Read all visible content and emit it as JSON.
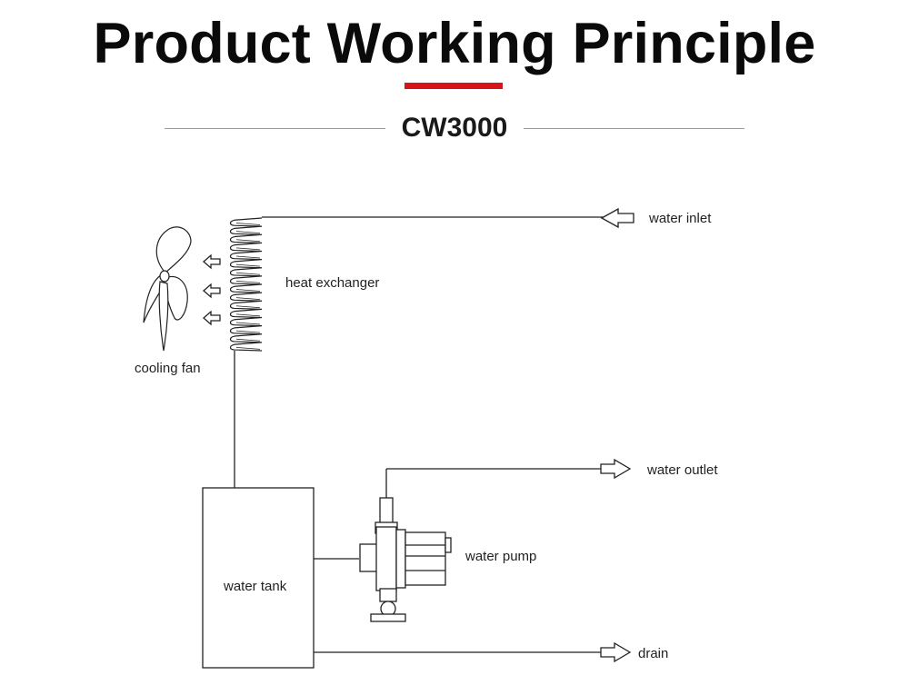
{
  "header": {
    "title": "Product Working Principle",
    "model": "CW3000",
    "accent_color": "#d8141b"
  },
  "diagram": {
    "labels": {
      "water_inlet": "water inlet",
      "heat_exchanger": "heat exchanger",
      "cooling_fan": "cooling fan",
      "water_outlet": "water outlet",
      "water_pump": "water pump",
      "water_tank": "water tank",
      "drain": "drain"
    },
    "icons": [
      "fan-icon",
      "heat-exchanger-coil-icon",
      "water-pump-icon",
      "water-tank-icon",
      "arrow-left-icon",
      "arrow-right-icon"
    ]
  }
}
